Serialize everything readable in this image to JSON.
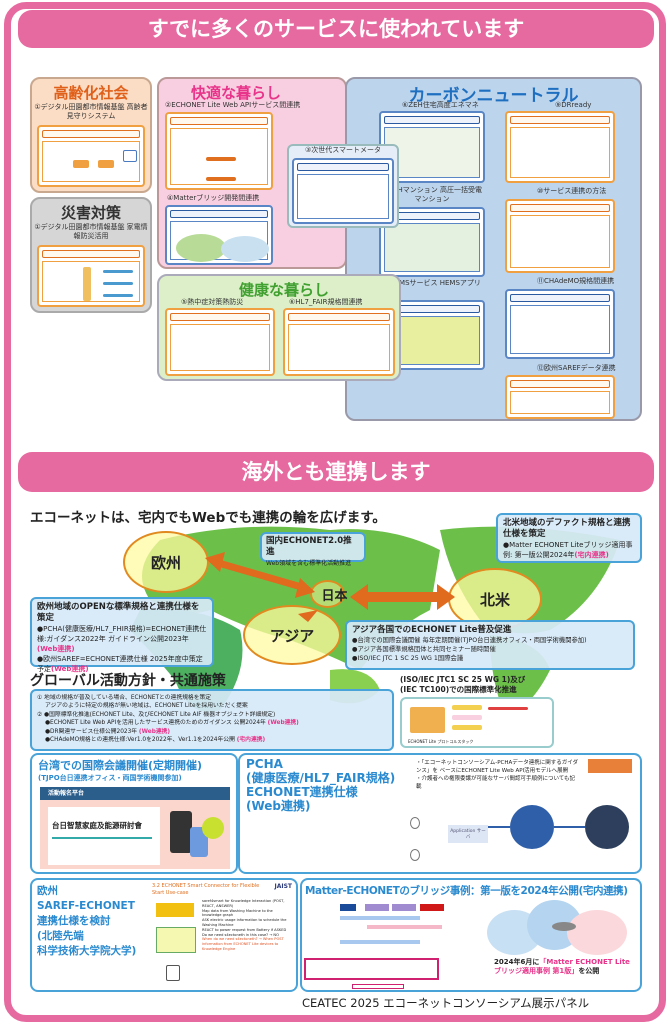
{
  "header": {
    "title": "すでに多くのサービスに使われています"
  },
  "section1": {
    "aging": {
      "title": "高齢化社会",
      "item": "①デジタル田園都市情報基盤 高齢者見守りシステム"
    },
    "disaster": {
      "title": "災害対策",
      "item": "①デジタル田園都市情報基盤 家電情報防災活用"
    },
    "comfort": {
      "title": "快適な暮らし",
      "items": [
        "②ECHONET Lite Web APIサービス間連携",
        "④Matterブリッジ開発間連携",
        "③次世代スマートメータ"
      ]
    },
    "health": {
      "title": "健康な暮らし",
      "items": [
        "⑤熱中症対策熱防災",
        "⑥HL7_FAIR規格間連携"
      ]
    },
    "carbon": {
      "title": "カーボンニュートラル",
      "items": [
        "⑥ZEH住宅高度エネマネ",
        "⑨DRready",
        "⑦ZEHマンション 高圧一括受電マンション",
        "⑩サービス連携の方法",
        "⑧HEMSサービス HEMSアプリ",
        "⑪CHAdeMO規格間連携",
        "⑫欧州SAREFデータ連携"
      ]
    }
  },
  "section2": {
    "banner": "海外とも連携します",
    "lead": "エコーネットは、宅内でもWebでも連携の輪を広げます。",
    "regions": {
      "europe": "欧州",
      "japan": "日本",
      "asia": "アジア",
      "na": "北米"
    },
    "domestic": {
      "title": "国内ECHONET2.0推進",
      "text": "Web領域を含む標準化活動推進"
    },
    "europe_box": {
      "title": "欧州地域のOPENな標準規格と連携仕様を策定",
      "b1": "●PCHA(健康医療/HL7_FHIR規格)=ECHONET連携仕様:ガイダンス2022年 ガイドライン公開2023年",
      "b1tag": "(Web連携)",
      "b2": "●欧州SAREF=ECHONET連携仕様 2025年度中策定予定",
      "b2tag": "(Web連携)"
    },
    "na_box": {
      "title": "北米地域のデファクト規格と連携仕様を策定",
      "b1": "●Matter ECHONET Liteブリッジ適用事例: 第一版公開2024年",
      "b1tag": "(宅内連携)"
    },
    "asia_box": {
      "title": "アジア各国でのECHONET Lite普及促進",
      "b1": "●台湾での国際会議開催 毎年定期開催(TJPO台日連携オフィス・両国学術機関参加)",
      "b2": "●アジア各国標準規格団体と共同セミナー随時開催",
      "b3": "●ISO/IEC JTC 1 SC 25 WG 1国際会議"
    },
    "iso": {
      "l1": "(ISO/IEC JTC1 SC 25 WG 1)及び",
      "l2": "(IEC TC100)での国際標準化推進",
      "caption": "ECHONET Lite プロトコルスタック"
    },
    "global": {
      "title": "グローバル活動方針・共通施策",
      "l1": "① 地域の規格が普及している場合、ECHONETとの連携規格を策定",
      "l2": "アジアのように特定の規格が無い地域は、ECHONET Liteを採用いただく提案",
      "l3": "② ●国際標準化推進(ECHONET Lite、及びECHONET Lite AIF 機器オブジェクト詳細規定)",
      "l4": "●ECHONET Lite Web APIを活用したサービス連携のためのガイダンス 公開2024年",
      "l4tag": "(Web連携)",
      "l5": "●DR関連サービス仕様公開2023年",
      "l5tag": "(Web連携)",
      "l6": "●CHAdeMO規格との連携仕様:Ver1.0を2022年、Ver1.1を2024年公開",
      "l6tag": "(宅内連携)"
    }
  },
  "taiwan": {
    "title": "台湾での国際会議開催(定期開催)",
    "sub": "(TJPO台日連携オフィス・両国学術機関参加)",
    "img_header": "活動報名平台",
    "img_title": "台日智慧家庭及能源研討會"
  },
  "pcha": {
    "t1": "PCHA",
    "t2": "(健康医療/HL7_FAIR規格)",
    "t3": "ECHONET連携仕様",
    "t4": "(Web連携)",
    "b1": "・「エコーネットコンソーシアム-PCHAデータ連携に関するガイダンス」を ベースにECHONET Lite Web API活用モデルへ展開",
    "b2": "・介護者への権限委譲が可能なサーバ間認可手順例についても記載",
    "app": "Application サーバ"
  },
  "saref": {
    "t1": "欧州",
    "t2": "SAREF-ECHONET",
    "t3": "連携仕様を検討",
    "t4": "(北陸先端",
    "t5": "科学技術大学院大学)",
    "slide_title": "3.2 ECHONET Smart Connector for Flexible Start Use-case",
    "logo": "JAIST",
    "bullets": [
      "saref4smart for Knowledge Interaction (POST, REACT, ANSWER)",
      "Map data from Washing Machine to the knowledge graph",
      "ASK electric usage information to schedule the Washing Machine",
      "REACT to power request from Battery if ASKED"
    ],
    "q1": "Do we need s4ectoneth in this case? → NO",
    "q2": "When do we need s4ectoneth? → When POST information from ECHONET Lite devices to Knowledge Engine"
  },
  "matter": {
    "title": "Matter-ECHONETのブリッジ事例：第一版を2024年公開(宅内連携)",
    "caption1": "2024年6月に",
    "caption2": "「Matter ECHONET Lite ブリッジ適用事例 第1版」",
    "caption3": "を公開"
  },
  "footer": "CEATEC 2025 エコーネットコンソーシアム展示パネル",
  "colors": {
    "pink": "#e66aa0",
    "blue": "#4aa3d8",
    "orange": "#e06a1e",
    "green": "#6cc04a"
  }
}
